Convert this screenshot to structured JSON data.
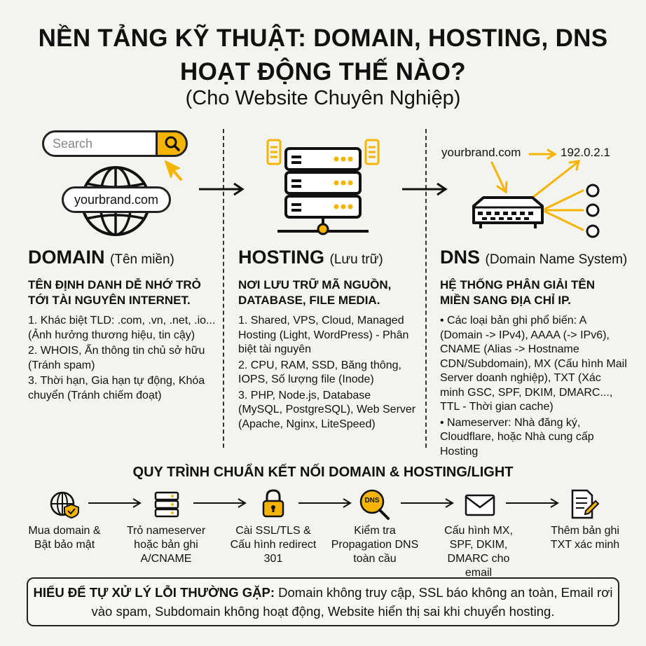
{
  "title_line1": "NỀN TẢNG KỸ THUẬT: DOMAIN, HOSTING, DNS",
  "title_line2": "HOẠT ĐỘNG THẾ NÀO?",
  "subtitle": "(Cho Website Chuyên Nghiệp)",
  "search_placeholder": "Search",
  "domain_label": "yourbrand.com",
  "domain": {
    "heading": "DOMAIN",
    "heading_sub": "(Tên miền)",
    "lead": "TÊN ĐỊNH DANH DỄ NHỚ TRỎ TỚI TÀI NGUYÊN INTERNET.",
    "items": [
      "1. Khác biệt TLD: .com, .vn, .net, .io... (Ảnh hưởng thương hiệu, tin cậy)",
      "2. WHOIS, Ẩn thông tin chủ sở hữu (Tránh spam)",
      "3. Thời hạn, Gia hạn tự động, Khóa chuyển (Tránh chiếm đoạt)"
    ]
  },
  "hosting": {
    "heading": "HOSTING",
    "heading_sub": "(Lưu trữ)",
    "lead": "NƠI LƯU TRỮ MÃ NGUỒN, DATABASE, FILE MEDIA.",
    "items": [
      "1. Shared, VPS, Cloud, Managed Hosting (Light, WordPress) - Phân biệt tài nguyên",
      "2. CPU, RAM, SSD, Băng thông, IOPS, Số lượng file (Inode)",
      "3. PHP, Node.js, Database (MySQL, PostgreSQL), Web Server (Apache, Nginx, LiteSpeed)"
    ]
  },
  "dns": {
    "heading": "DNS",
    "heading_sub": "(Domain Name System)",
    "lead": "HỆ THỐNG PHÂN GIẢI TÊN MIỀN SANG ĐỊA CHỈ IP.",
    "items": [
      "• Các loại bản ghi phổ biến: A (Domain -> IPv4), AAAA (-> IPv6), CNAME (Alias -> Hostname CDN/Subdomain), MX (Cấu hình Mail Server doanh nghiệp), TXT (Xác minh GSC, SPF, DKIM, DMARC..., TTL - Thời gian cache)",
      "• Nameserver: Nhà đăng ký, Cloudflare, hoặc Nhà cung cấp Hosting"
    ],
    "diagram_domain": "yourbrand.com",
    "diagram_ip": "192.0.2.1"
  },
  "process": {
    "title": "QUY TRÌNH CHUẨN KẾT NỐI DOMAIN & HOSTING/LIGHT",
    "icon_dns_text": "DNS",
    "steps": [
      "Mua domain & Bật bảo mật",
      "Trỏ nameserver hoặc bản ghi A/CNAME",
      "Cài SSL/TLS & Cấu hình redirect 301",
      "Kiểm tra Propagation DNS toàn cầu",
      "Cấu hình MX, SPF, DKIM, DMARC cho email",
      "Thêm bản ghi TXT xác minh"
    ]
  },
  "footer": {
    "bold": "HIỂU ĐỂ TỰ XỬ LÝ LỖI THƯỜNG GẶP:",
    "text": "Domain không truy cập, SSL báo không an toàn, Email rơi vào spam, Subdomain không hoạt động, Website hiển thị sai khi chuyển hosting."
  },
  "colors": {
    "accent": "#f5b400",
    "ink": "#111111",
    "background": "#f3f3ef"
  }
}
